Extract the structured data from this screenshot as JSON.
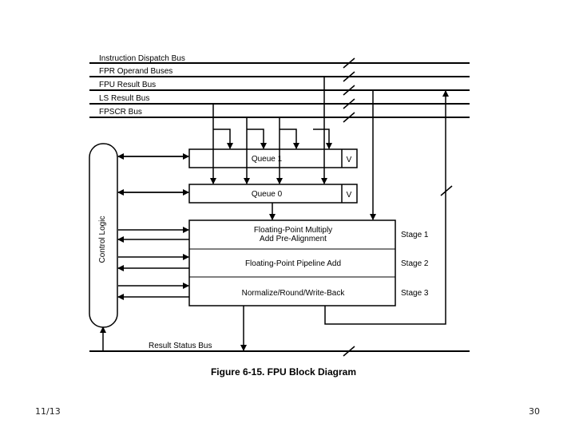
{
  "buses": {
    "instruction_dispatch": "Instruction Dispatch Bus",
    "fpr_operand": "FPR Operand Buses",
    "fpu_result": "FPU Result Bus",
    "ls_result": "LS Result Bus",
    "fpscr": "FPSCR Bus",
    "result_status": "Result Status Bus"
  },
  "control_logic": "Control Logic",
  "queues": {
    "queue1": "Queue 1",
    "queue0": "Queue 0",
    "valid_bit": "V"
  },
  "pipeline": {
    "stage1_line1": "Floating-Point Multiply",
    "stage1_line2": "Add Pre-Alignment",
    "stage1_label": "Stage 1",
    "stage2": "Floating-Point Pipeline Add",
    "stage2_label": "Stage 2",
    "stage3": "Normalize/Round/Write-Back",
    "stage3_label": "Stage 3"
  },
  "caption": "Figure 6-15. FPU Block Diagram",
  "footer": {
    "date": "11/13",
    "page": "30"
  }
}
